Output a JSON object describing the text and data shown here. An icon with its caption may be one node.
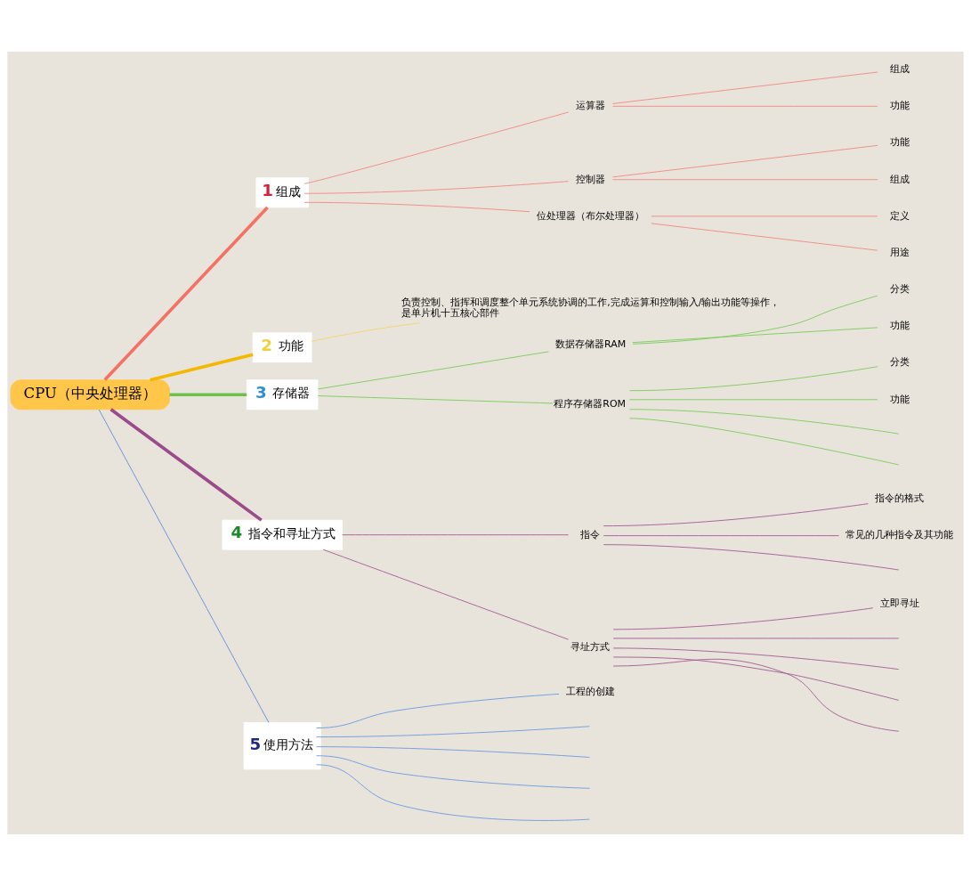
{
  "diagram": {
    "nodes": [
      {
        "text": [
          "CPU（中央处理器）"
        ]
      },
      {
        "text": [
          "1",
          "组成"
        ]
      },
      {
        "text": [
          "运算器"
        ]
      },
      {
        "text": [
          "组成"
        ]
      },
      {
        "text": [
          "功能"
        ]
      },
      {
        "text": [
          "控制器"
        ]
      },
      {
        "text": [
          "功能"
        ]
      },
      {
        "text": [
          "组成"
        ]
      },
      {
        "text": [
          "位处理器（布尔处理器）"
        ]
      },
      {
        "text": [
          "定义"
        ]
      },
      {
        "text": [
          "用途"
        ]
      },
      {
        "text": [
          "2",
          "功能"
        ]
      },
      {
        "text": [
          "负责控制、指挥和调度整个单元系统协调的工作,完成运算和控制输入/输出功能等操作，是单片机十五核心部件"
        ]
      },
      {
        "text": [
          "3",
          "存储器"
        ]
      },
      {
        "text": [
          "数据存储器RAM"
        ]
      },
      {
        "text": [
          "分类"
        ]
      },
      {
        "text": [
          "功能"
        ]
      },
      {
        "text": [
          "程序存储器ROM"
        ]
      },
      {
        "text": [
          "分类"
        ]
      },
      {
        "text": [
          "功能"
        ]
      },
      {
        "text": [
          "4",
          "指令和寻址方式"
        ]
      },
      {
        "text": [
          "指令"
        ]
      },
      {
        "text": [
          "指令的格式"
        ]
      },
      {
        "text": [
          "常见的几种指令及其功能"
        ]
      },
      {
        "text": [
          "寻址方式"
        ]
      },
      {
        "text": [
          "立即寻址"
        ]
      },
      {
        "text": [
          "5",
          "使用方法"
        ]
      },
      {
        "text": [
          "工程的创建"
        ]
      }
    ],
    "edges": [
      {
        "from": 0,
        "to": 1,
        "arrow": "none",
        "style": "thick",
        "color": "#f47264"
      },
      {
        "from": 1,
        "to": 2,
        "arrow": "none",
        "color": "#f08a80"
      },
      {
        "from": 2,
        "to": 3,
        "arrow": "none",
        "color": "#f08a80"
      },
      {
        "from": 2,
        "to": 4,
        "arrow": "none",
        "color": "#f08a80"
      },
      {
        "from": 1,
        "to": 5,
        "arrow": "none",
        "color": "#f08a80"
      },
      {
        "from": 5,
        "to": 6,
        "arrow": "none",
        "color": "#f08a80"
      },
      {
        "from": 5,
        "to": 7,
        "arrow": "none",
        "color": "#f08a80"
      },
      {
        "from": 1,
        "to": 8,
        "arrow": "none",
        "color": "#f08a80"
      },
      {
        "from": 8,
        "to": 9,
        "arrow": "none",
        "color": "#f08a80"
      },
      {
        "from": 8,
        "to": 10,
        "arrow": "none",
        "color": "#f08a80"
      },
      {
        "from": 0,
        "to": 11,
        "arrow": "none",
        "style": "thick",
        "color": "#f5b800"
      },
      {
        "from": 11,
        "to": 12,
        "arrow": "none",
        "color": "#f5d36b"
      },
      {
        "from": 0,
        "to": 13,
        "arrow": "none",
        "style": "thick",
        "color": "#6cc24a"
      },
      {
        "from": 13,
        "to": 14,
        "arrow": "none",
        "color": "#7ccc5c"
      },
      {
        "from": 14,
        "to": 15,
        "arrow": "none",
        "color": "#7ccc5c"
      },
      {
        "from": 14,
        "to": 16,
        "arrow": "none",
        "color": "#7ccc5c"
      },
      {
        "from": 13,
        "to": 17,
        "arrow": "none",
        "color": "#7ccc5c"
      },
      {
        "from": 17,
        "to": 18,
        "arrow": "none",
        "color": "#7ccc5c"
      },
      {
        "from": 17,
        "to": 19,
        "arrow": "none",
        "color": "#7ccc5c"
      },
      {
        "from": 17,
        "to": null,
        "arrow": "none",
        "color": "#7ccc5c"
      },
      {
        "from": 17,
        "to": null,
        "arrow": "none",
        "color": "#7ccc5c"
      },
      {
        "from": 0,
        "to": 20,
        "arrow": "none",
        "style": "thick",
        "color": "#9b4a8a"
      },
      {
        "from": 20,
        "to": 21,
        "arrow": "none",
        "color": "#a45c95"
      },
      {
        "from": 21,
        "to": 22,
        "arrow": "none",
        "color": "#a45c95"
      },
      {
        "from": 21,
        "to": 23,
        "arrow": "none",
        "color": "#a45c95"
      },
      {
        "from": 21,
        "to": null,
        "arrow": "none",
        "color": "#a45c95"
      },
      {
        "from": 20,
        "to": 24,
        "arrow": "none",
        "color": "#a45c95"
      },
      {
        "from": 24,
        "to": 25,
        "arrow": "none",
        "color": "#a45c95"
      },
      {
        "from": 24,
        "to": null,
        "arrow": "none",
        "color": "#a45c95"
      },
      {
        "from": 24,
        "to": null,
        "arrow": "none",
        "color": "#a45c95"
      },
      {
        "from": 24,
        "to": null,
        "arrow": "none",
        "color": "#a45c95"
      },
      {
        "from": 24,
        "to": null,
        "arrow": "none",
        "color": "#a45c95"
      },
      {
        "from": 0,
        "to": 26,
        "arrow": "none",
        "color": "#5b8fd9"
      },
      {
        "from": 26,
        "to": 27,
        "arrow": "none",
        "color": "#6c9ade"
      },
      {
        "from": 26,
        "to": null,
        "arrow": "none",
        "color": "#6c9ade"
      },
      {
        "from": 26,
        "to": null,
        "arrow": "none",
        "color": "#6c9ade"
      },
      {
        "from": 26,
        "to": null,
        "arrow": "none",
        "color": "#6c9ade"
      },
      {
        "from": 26,
        "to": null,
        "arrow": "none",
        "color": "#6c9ade"
      }
    ]
  }
}
